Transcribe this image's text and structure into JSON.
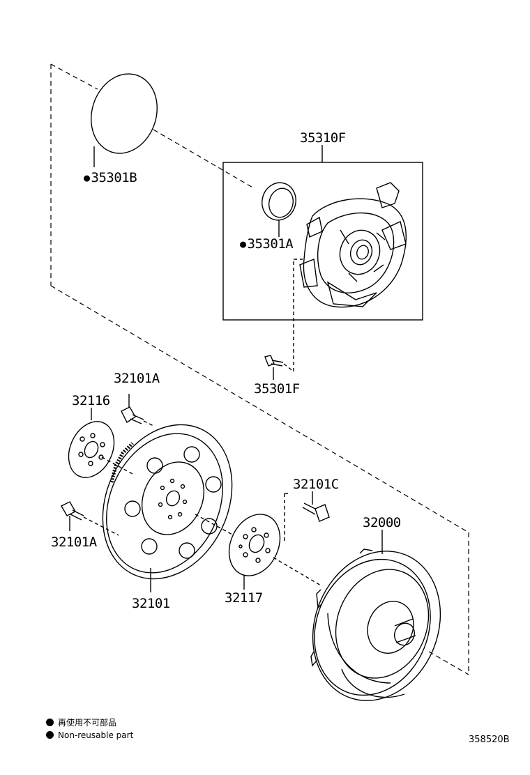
{
  "callouts": {
    "p35310F": "35310F",
    "p35301B": "35301B",
    "p35301A": "35301A",
    "p35301F": "35301F",
    "p32101A_top": "32101A",
    "p32116": "32116",
    "p32101C": "32101C",
    "p32000": "32000",
    "p32101A_left": "32101A",
    "p32101": "32101",
    "p32117": "32117"
  },
  "legend": {
    "line1": "再使用不可部品",
    "line2": "Non-reusable part"
  },
  "figure_number": "358520B",
  "colors": {
    "ink": "#000000",
    "background": "#ffffff"
  },
  "icons": [
    "non-reusable-bullet-icon"
  ]
}
